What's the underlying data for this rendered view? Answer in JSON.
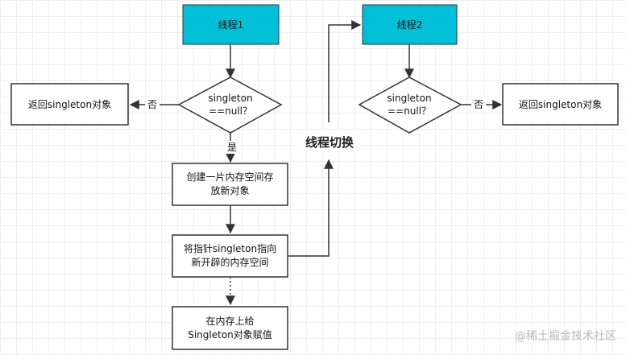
{
  "nodes": {
    "thread1": "线程1",
    "thread2": "线程2",
    "check1": [
      "singleton",
      "==null？"
    ],
    "check2": [
      "singleton",
      "==null？"
    ],
    "return1": "返回singleton对象",
    "return2": "返回singleton对象",
    "alloc": [
      "创建一片内存空间存",
      "放新对象"
    ],
    "assign": [
      "将指针singleton指向",
      "新开辟的内存空间"
    ],
    "init": [
      "在内存上给",
      "Singleton对象赋值"
    ]
  },
  "labels": {
    "no1": "否",
    "no2": "否",
    "yes": "是",
    "switch": "线程切换"
  },
  "watermark": "@稀土掘金技术社区",
  "colors": {
    "thread_fill": "#00c0d8",
    "stroke": "#333333",
    "watermark": "#b8b8b8"
  }
}
